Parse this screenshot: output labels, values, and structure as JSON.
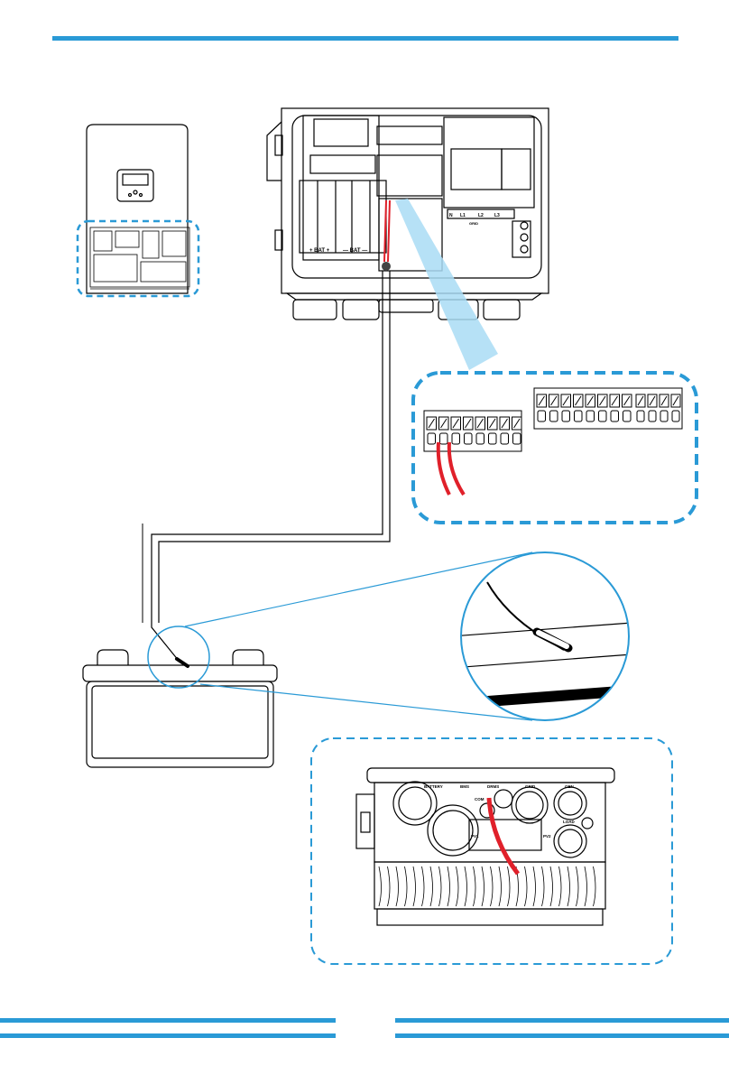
{
  "colors": {
    "accent": "#2a9ad6",
    "cable": "#e0202a",
    "callout": "#2a9ad6",
    "beam": "#a9dcf5"
  },
  "inverter_box": {
    "bat_pos_label": "+ BAT +",
    "bat_neg_label": "— BAT —",
    "grid_terminals": [
      "N",
      "L1",
      "L2",
      "L3"
    ],
    "grid_label": "GRID"
  },
  "bottom_panel": {
    "battery_label": "BATTERY",
    "bms_label": "BMS",
    "drms_label": "DRMS",
    "com_label": "COM",
    "grid_label": "GRID",
    "gen_label": "GEN",
    "load_label": "LOAD",
    "pv1_label": "PV1",
    "pv2_label": "PV2"
  },
  "icons": [
    "inverter-front",
    "inverter-wiring-box",
    "terminal-block-zoom",
    "temperature-sensor",
    "battery",
    "inverter-bottom-view"
  ]
}
